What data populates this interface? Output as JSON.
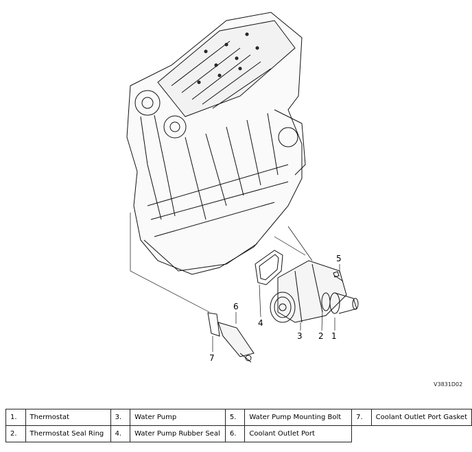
{
  "diagram": {
    "callouts": [
      "1",
      "2",
      "3",
      "4",
      "5",
      "6",
      "7"
    ],
    "figure_code": "V3831D02"
  },
  "legend": {
    "rows": [
      [
        {
          "num": "1.",
          "name": "Thermostat"
        },
        {
          "num": "3.",
          "name": "Water Pump"
        },
        {
          "num": "5.",
          "name": "Water Pump Mounting Bolt"
        },
        {
          "num": "7.",
          "name": "Coolant Outlet Port Gasket"
        }
      ],
      [
        {
          "num": "2.",
          "name": "Thermostat Seal Ring"
        },
        {
          "num": "4.",
          "name": "Water Pump Rubber Seal"
        },
        {
          "num": "6.",
          "name": "Coolant Outlet Port"
        }
      ]
    ]
  }
}
